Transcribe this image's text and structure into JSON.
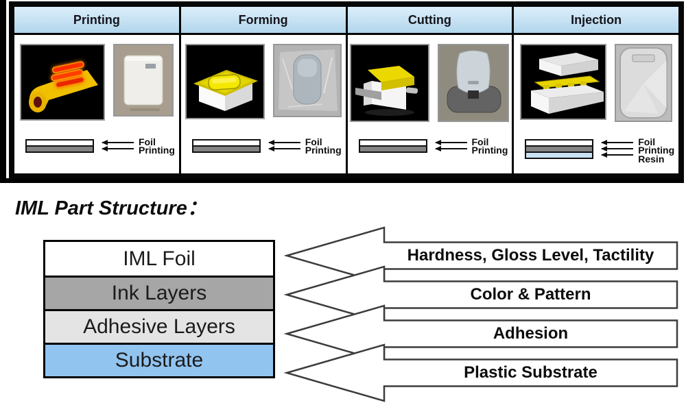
{
  "process_table": {
    "columns": [
      {
        "title": "Printing",
        "photo_a": "foil-printing-render",
        "photo_b": "printed-cover-photo",
        "diagram": {
          "labels": [
            "Foil",
            "Printing"
          ]
        }
      },
      {
        "title": "Forming",
        "photo_a": "formed-foil-render",
        "photo_b": "formed-cover-wrapped-photo",
        "diagram": {
          "labels": [
            "Foil",
            "Printing"
          ]
        }
      },
      {
        "title": "Cutting",
        "photo_a": "cutting-die-render",
        "photo_b": "cut-shell-photo",
        "diagram": {
          "labels": [
            "Foil",
            "Printing"
          ]
        }
      },
      {
        "title": "Injection",
        "photo_a": "injection-mold-render",
        "photo_b": "molded-part-photo",
        "diagram": {
          "labels": [
            "Foil",
            "Printing",
            "Resin"
          ]
        }
      }
    ]
  },
  "structure": {
    "title": "IML Part Structure：",
    "layers": [
      {
        "label": "IML Foil",
        "fill": "#ffffff",
        "property": "Hardness, Gloss Level, Tactility"
      },
      {
        "label": "Ink Layers",
        "fill": "#a6a6a6",
        "property": "Color & Pattern"
      },
      {
        "label": "Adhesive Layers",
        "fill": "#e4e4e4",
        "property": "Adhesion"
      },
      {
        "label": "Substrate",
        "fill": "#92c4f0",
        "property": "Plastic Substrate"
      }
    ]
  },
  "colors": {
    "header_gradient_top": "#dceefa",
    "header_gradient_bottom": "#b2d6ec",
    "table_border": "#060606",
    "diagram_foil_bar": "#ffffff",
    "diagram_printing_bar": "#848484",
    "diagram_resin_bar": "#c9e2f3",
    "banner_arrow_outline": "#3c3c3c"
  }
}
